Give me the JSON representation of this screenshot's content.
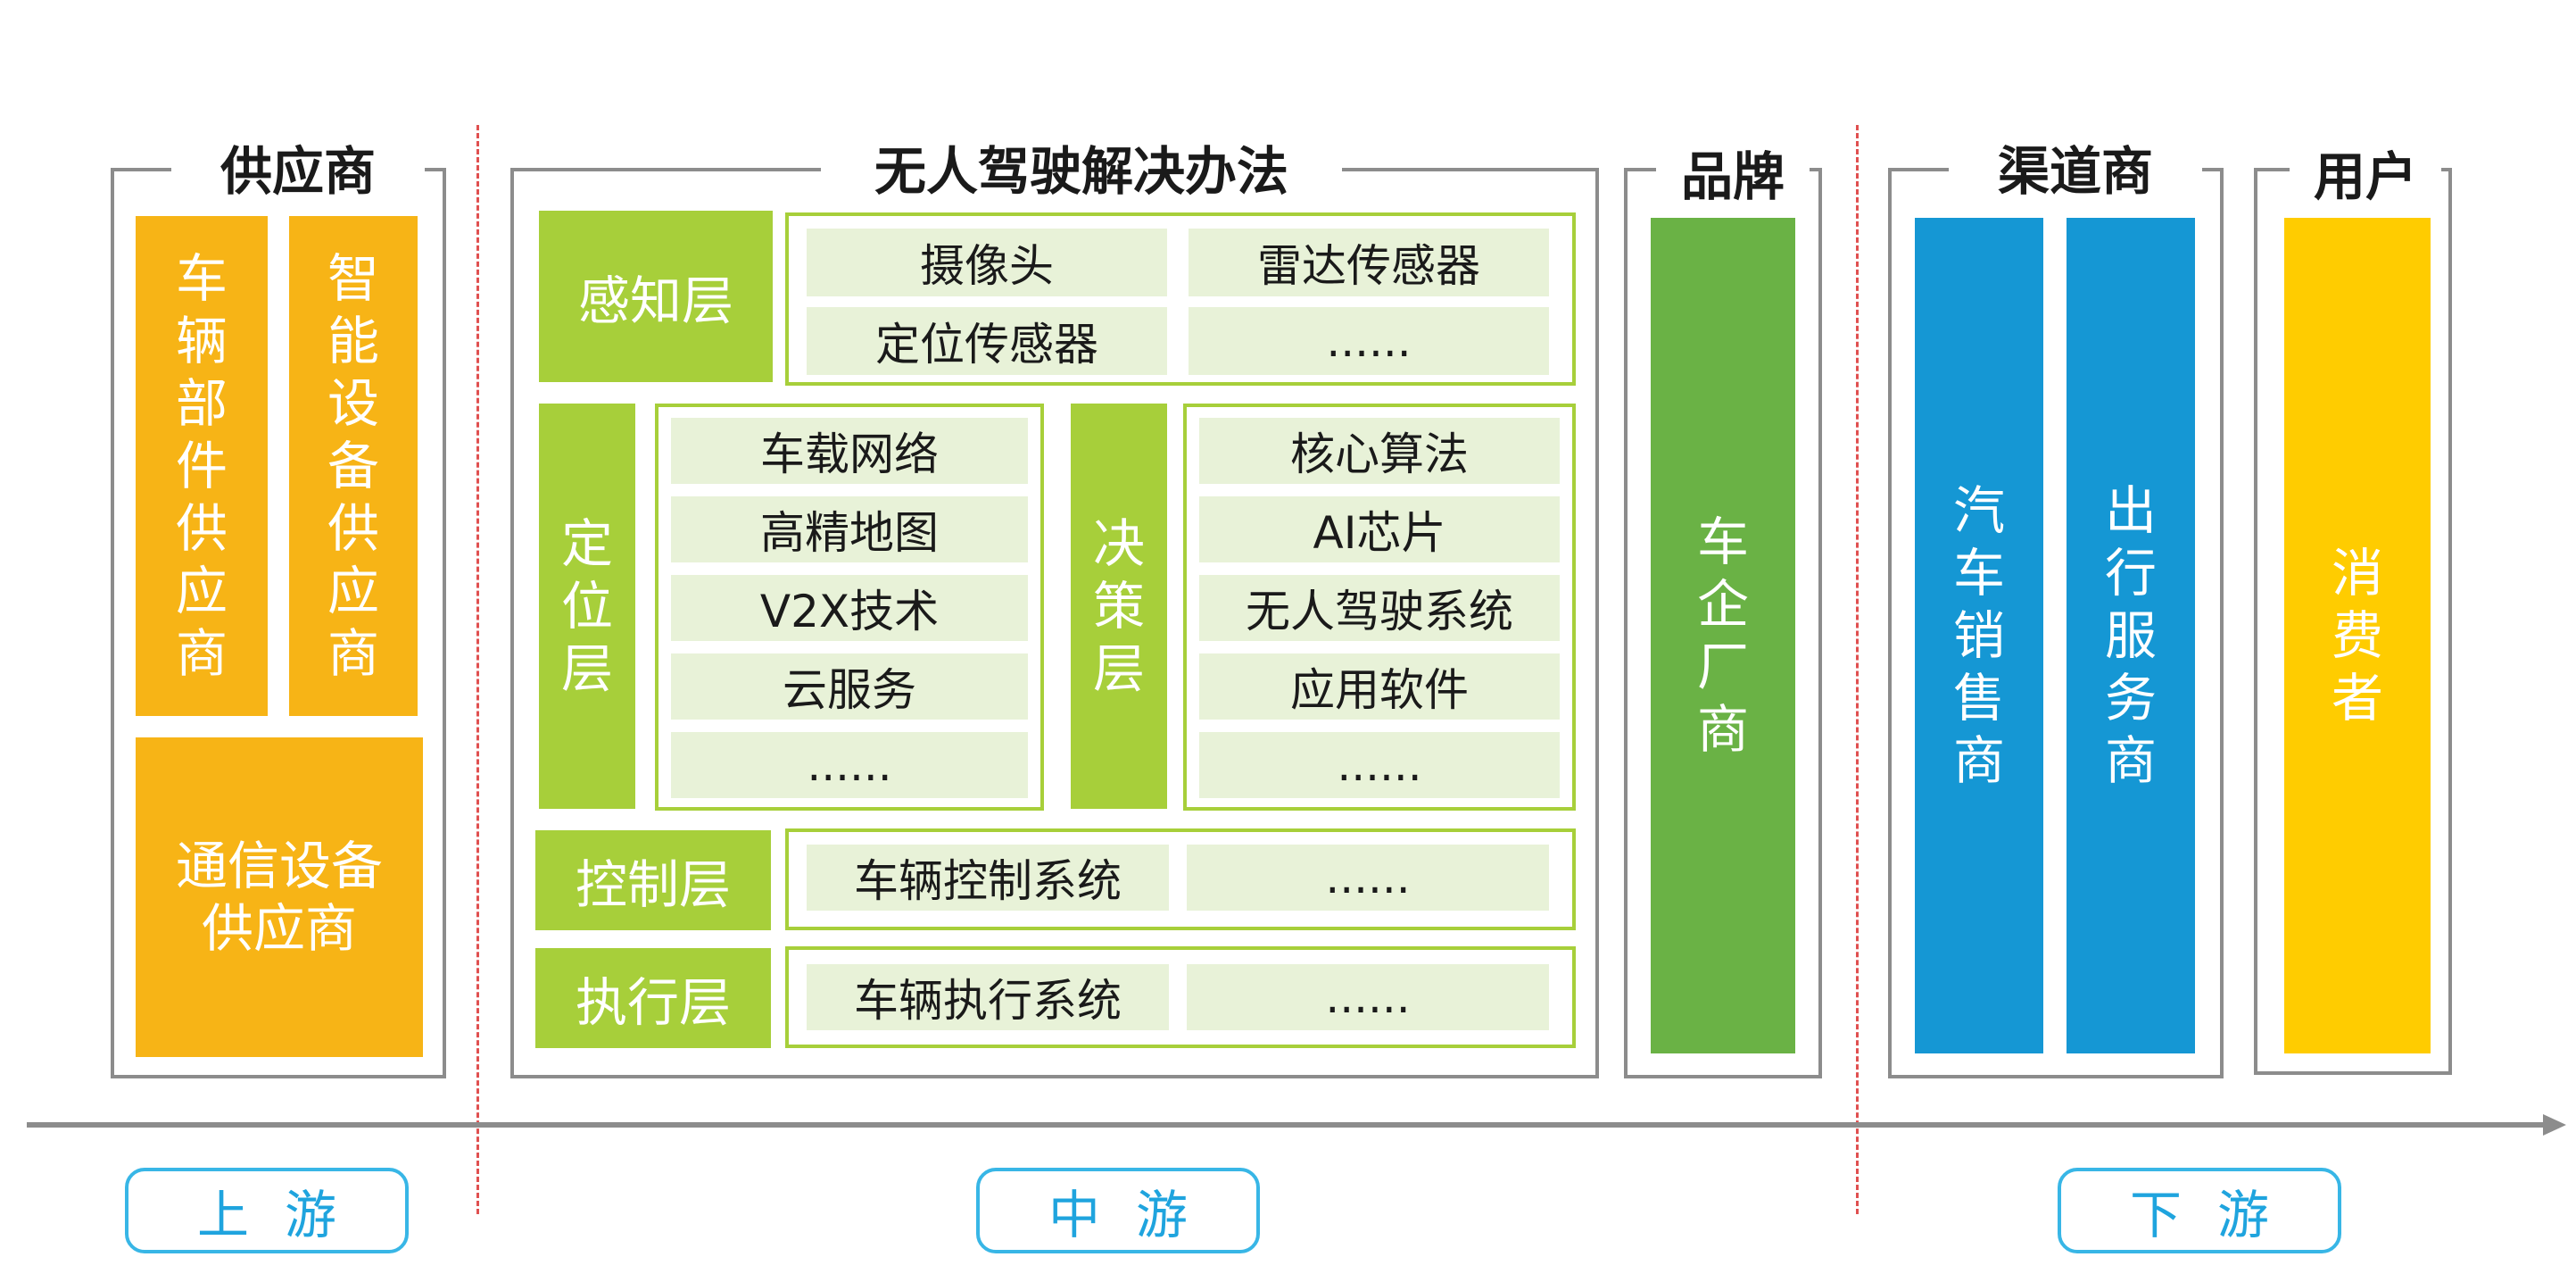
{
  "sections": {
    "supplier": "供应商",
    "solution": "无人驾驶解决办法",
    "brand": "品牌",
    "channel": "渠道商",
    "user": "用户"
  },
  "supplier_boxes": {
    "vehicle_parts": [
      "车",
      "辆",
      "部",
      "件",
      "供",
      "应",
      "商"
    ],
    "smart_devices": [
      "智",
      "能",
      "设",
      "备",
      "供",
      "应",
      "商"
    ],
    "comm_line1": "通信设备",
    "comm_line2": "供应商"
  },
  "layers": {
    "perception": {
      "label": "感知层",
      "items": [
        "摄像头",
        "雷达传感器",
        "定位传感器",
        "......"
      ]
    },
    "positioning": {
      "label_chars": [
        "定",
        "位",
        "层"
      ],
      "items": [
        "车载网络",
        "高精地图",
        "V2X技术",
        "云服务",
        "......"
      ]
    },
    "decision": {
      "label_chars": [
        "决",
        "策",
        "层"
      ],
      "items": [
        "核心算法",
        "AI芯片",
        "无人驾驶系统",
        "应用软件",
        "......"
      ]
    },
    "control": {
      "label": "控制层",
      "items": [
        "车辆控制系统",
        "......"
      ]
    },
    "execution": {
      "label": "执行层",
      "items": [
        "车辆执行系统",
        "......"
      ]
    }
  },
  "brand_box": [
    "车",
    "企",
    "厂",
    "商"
  ],
  "channel_boxes": {
    "car_sales": [
      "汽",
      "车",
      "销",
      "售",
      "商"
    ],
    "mobility": [
      "出",
      "行",
      "服",
      "务",
      "商"
    ]
  },
  "user_box": [
    "消",
    "费",
    "者"
  ],
  "stages": {
    "upstream": "上游",
    "midstream": "中游",
    "downstream": "下游"
  },
  "colors": {
    "orange": "#f7b416",
    "brand_green": "#6ab245",
    "layer_green": "#a7cf3a",
    "cell_bg": "#e8f2d8",
    "blue": "#1597d4",
    "yellow": "#ffcc00",
    "stage_blue": "#1fa4de",
    "divider_red": "#e05050"
  }
}
